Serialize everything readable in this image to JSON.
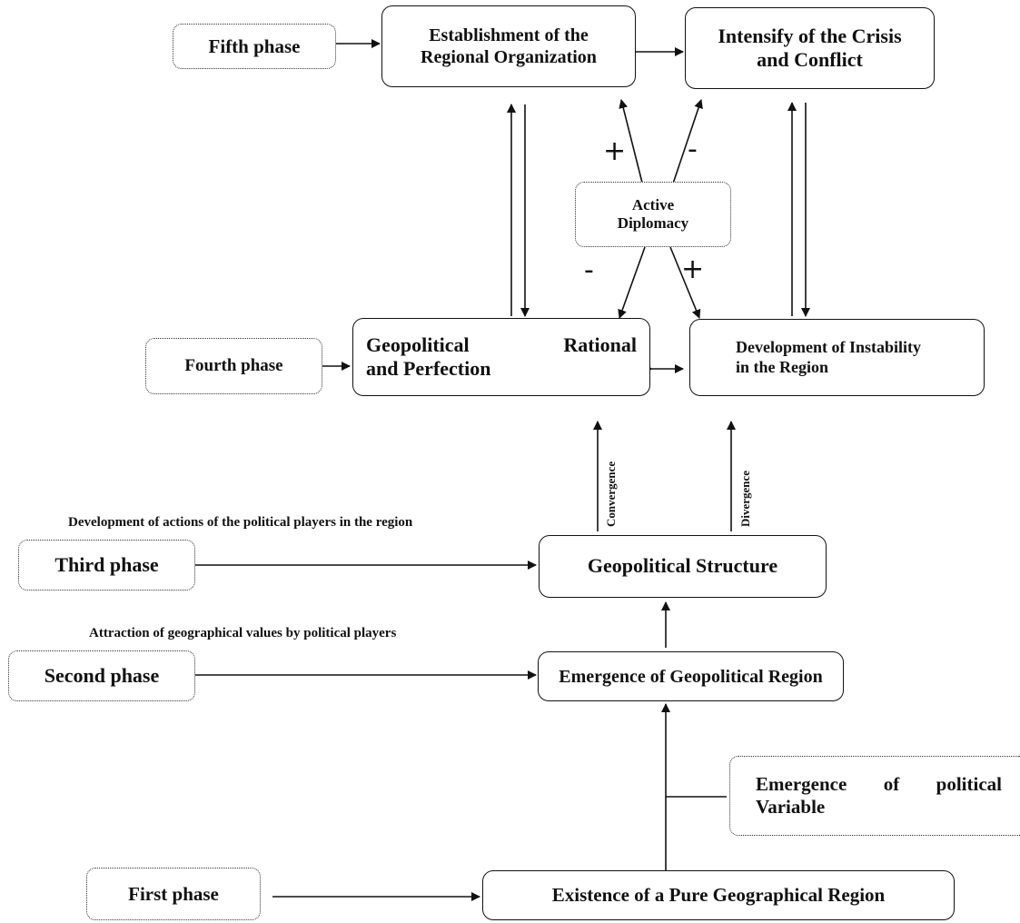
{
  "phases": {
    "fifth": "Fifth phase",
    "fourth": "Fourth phase",
    "third": "Third phase",
    "second": "Second phase",
    "first": "First phase"
  },
  "boxes": {
    "establishment": "Establishment of the Regional Organization",
    "intensify": "Intensify of the Crisis and Conflict",
    "diplomacy": "Active Diplomacy",
    "rational_l1a": "Geopolitical",
    "rational_l1b": "Rational",
    "rational_l2": "and Perfection",
    "instability_l1": "Development of Instability",
    "instability_l2": "in the Region",
    "structure": "Geopolitical Structure",
    "emergence_region": "Emergence of Geopolitical Region",
    "variable_l1a": "Emergence",
    "variable_l1b": "of",
    "variable_l1c": "political",
    "variable_l2": "Variable",
    "existence": "Existence of a Pure Geographical Region"
  },
  "notes": {
    "third": "Development of actions of the political players in the region",
    "second": "Attraction of geographical values by political players"
  },
  "labels": {
    "convergence": "Convergence",
    "divergence": "Divergence"
  },
  "signs": {
    "plus": "+",
    "minus": "-"
  }
}
